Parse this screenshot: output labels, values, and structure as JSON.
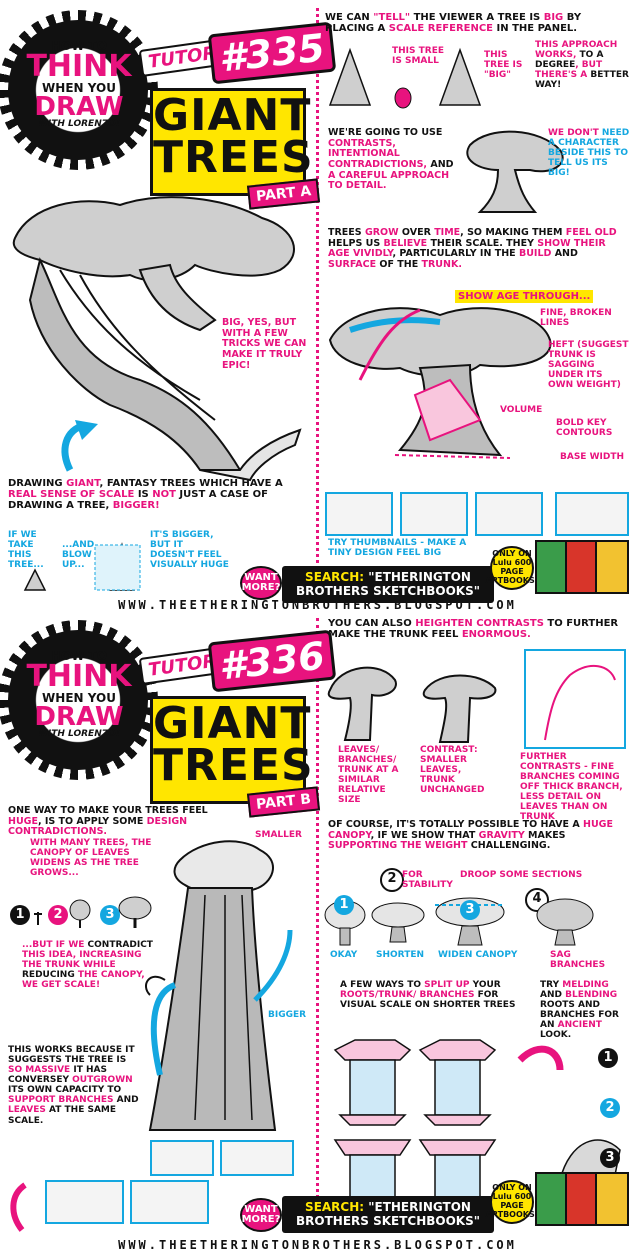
{
  "url": "WWW.THEETHERINGTONBROTHERS.BLOGSPOT.COM",
  "colors": {
    "pink": "#e8137e",
    "blue": "#14a7e0",
    "yellow": "#ffe600",
    "black": "#111111"
  },
  "badge": {
    "line1": "HOW TO",
    "line2": "THINK",
    "line3": "WHEN YOU",
    "line4": "DRAW",
    "line5": "WITH LORENZO!"
  },
  "tut1": {
    "tutorial": "TUTORIAL",
    "number": "#335",
    "title1": "GIANT",
    "title2": "TREES",
    "part": "PART A",
    "notes": {
      "big_yes": "BIG, YES, BUT WITH A FEW TRICKS WE CAN MAKE IT TRULY EPIC!",
      "drawing_a": "DRAWING ",
      "drawing_b": "GIANT",
      "drawing_c": ", FANTASY TREES WHICH HAVE A ",
      "drawing_d": "REAL SENSE OF SCALE",
      "drawing_e": " IS ",
      "drawing_f": "NOT",
      "drawing_g": " JUST A CASE OF DRAWING A TREE, ",
      "drawing_h": "BIGGER!",
      "if_we": "IF WE TAKE THIS TREE...",
      "and_blow": "...AND BLOW IT UP...",
      "its_bigger": "IT'S BIGGER, BUT IT DOESN'T FEEL VISUALLY HUGE",
      "tell_a": "WE CAN ",
      "tell_b": "\"TELL\"",
      "tell_c": " THE VIEWER A TREE IS ",
      "tell_d": "BIG",
      "tell_e": " BY PLACING A ",
      "tell_f": "SCALE REFERENCE",
      "tell_g": " IN THE PANEL.",
      "small": "THIS TREE IS SMALL",
      "big": "THIS TREE IS \"BIG\"",
      "approach_a": "THIS APPROACH WORKS, ",
      "approach_b": "TO A DEGREE",
      "approach_c": ", BUT THERE'S A ",
      "approach_d": "BETTER WAY!",
      "going_a": "WE'RE GOING TO USE ",
      "going_b": "CONTRASTS, INTENTIONAL CONTRADICTIONS,",
      "going_c": " AND ",
      "going_d": "A CAREFUL APPROACH TO DETAIL.",
      "dont_a": "WE DON'T",
      "dont_b": " NEED A CHARACTER BESIDE THIS TO TELL US ITS BIG!",
      "grow_a": "TREES ",
      "grow_b": "GROW",
      "grow_c": " OVER ",
      "grow_d": "TIME",
      "grow_e": ", SO MAKING THEM ",
      "grow_f": "FEEL OLD",
      "grow_g": " HELPS US ",
      "grow_h": "BELIEVE",
      "grow_i": " THEIR SCALE. THEY ",
      "grow_j": "SHOW THEIR AGE VIVIDLY",
      "grow_k": ", PARTICULARLY IN THE ",
      "grow_l": "BUILD",
      "grow_m": " AND ",
      "grow_n": "SURFACE",
      "grow_o": " OF THE ",
      "grow_p": "TRUNK.",
      "show_age": "SHOW AGE THROUGH...",
      "fine": "FINE, BROKEN LINES",
      "heft": "HEFT (SUGGEST TRUNK IS SAGGING UNDER ITS OWN WEIGHT)",
      "volume": "VOLUME",
      "bold": "BOLD KEY CONTOURS",
      "base": "BASE WIDTH",
      "thumbs": "TRY THUMBNAILS - MAKE A TINY DESIGN FEEL BIG"
    }
  },
  "tut2": {
    "tutorial": "TUTORIAL",
    "number": "#336",
    "title1": "GIANT",
    "title2": "TREES",
    "part": "PART B",
    "notes": {
      "one_way_a": "ONE WAY TO MAKE YOUR TREES FEEL ",
      "one_way_b": "HUGE",
      "one_way_c": ", IS TO APPLY SOME ",
      "one_way_d": "DESIGN CONTRADICTIONS.",
      "smaller": "SMALLER",
      "bigger": "BIGGER",
      "many": "WITH MANY TREES, THE CANOPY OF LEAVES WIDENS AS THE TREE GROWS...",
      "but_a": "...BUT IF WE ",
      "but_b": "CONTRADICT",
      "but_c": " THIS IDEA, INCREASING THE TRUNK WHILE ",
      "but_d": "REDUCING",
      "but_e": " THE CANOPY, WE GET SCALE!",
      "works_a": "THIS WORKS BECAUSE IT SUGGESTS THE TREE IS ",
      "works_b": "SO MASSIVE",
      "works_c": " IT HAS CONVERSEY ",
      "works_d": "OUTGROWN",
      "works_e": " ITS OWN CAPACITY TO ",
      "works_f": "SUPPORT BRANCHES",
      "works_g": " AND ",
      "works_h": "LEAVES",
      "works_i": " AT THE SAME SCALE.",
      "heighten_a": "YOU CAN ALSO ",
      "heighten_b": "HEIGHTEN CONTRASTS",
      "heighten_c": " TO FURTHER MAKE THE TRUNK FEEL ",
      "heighten_d": "ENORMOUS.",
      "leaves": "LEAVES/ BRANCHES/ TRUNK AT A SIMILAR RELATIVE SIZE",
      "contrast": "CONTRAST: SMALLER LEAVES, TRUNK UNCHANGED",
      "further": "FURTHER CONTRASTS - FINE BRANCHES COMING OFF THICK BRANCH, LESS DETAIL ON LEAVES THAN ON TRUNK",
      "course_a": "OF COURSE, IT'S TOTALLY POSSIBLE TO HAVE A ",
      "course_b": "HUGE CANOPY",
      "course_c": ", IF WE SHOW THAT ",
      "course_d": "GRAVITY",
      "course_e": " MAKES ",
      "course_f": "SUPPORTING THE WEIGHT",
      "course_g": " CHALLENGING.",
      "for_stability": "FOR STABILITY",
      "droop": "DROOP SOME SECTIONS",
      "okay": "OKAY",
      "shorten": "SHORTEN",
      "widen": "WIDEN CANOPY",
      "sag": "SAG BRANCHES",
      "split_a": "A FEW WAYS TO ",
      "split_b": "SPLIT UP",
      "split_c": " YOUR ",
      "split_d": "ROOTS/TRUNK/ BRANCHES",
      "split_e": " FOR VISUAL SCALE ON SHORTER TREES",
      "try_a": "TRY ",
      "try_b": "MELDING",
      "try_c": " AND ",
      "try_d": "BLENDING",
      "try_e": " ROOTS AND BRANCHES FOR AN ",
      "try_f": "ANCIENT",
      "try_g": " LOOK."
    }
  },
  "promo": {
    "want": "WANT MORE?",
    "search_a": "SEARCH:",
    "search_b": "\"ETHERINGTON BROTHERS SKETCHBOOKS\"",
    "lulu": "ONLY ON Lulu 600 PAGE ARTBOOKS!"
  },
  "numbers": [
    "1",
    "2",
    "3",
    "4"
  ]
}
